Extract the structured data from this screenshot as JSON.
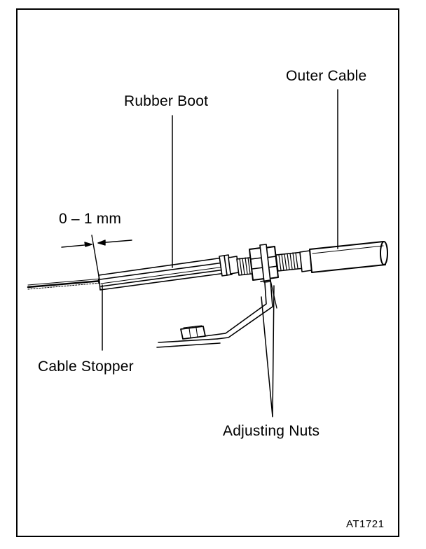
{
  "labels": {
    "outer_cable": "Outer Cable",
    "rubber_boot": "Rubber Boot",
    "clearance": "0 – 1 mm",
    "cable_stopper": "Cable Stopper",
    "adjusting_nuts": "Adjusting Nuts"
  },
  "reference_code": "AT1721",
  "parts": [
    {
      "icon": "cable-stopper-icon"
    },
    {
      "icon": "rubber-boot-icon"
    },
    {
      "icon": "adjusting-nuts-icon"
    },
    {
      "icon": "outer-cable-icon"
    },
    {
      "icon": "mounting-bracket-icon"
    },
    {
      "icon": "inner-cable-icon"
    }
  ],
  "colors": {
    "line": "#000000",
    "background": "#ffffff"
  }
}
